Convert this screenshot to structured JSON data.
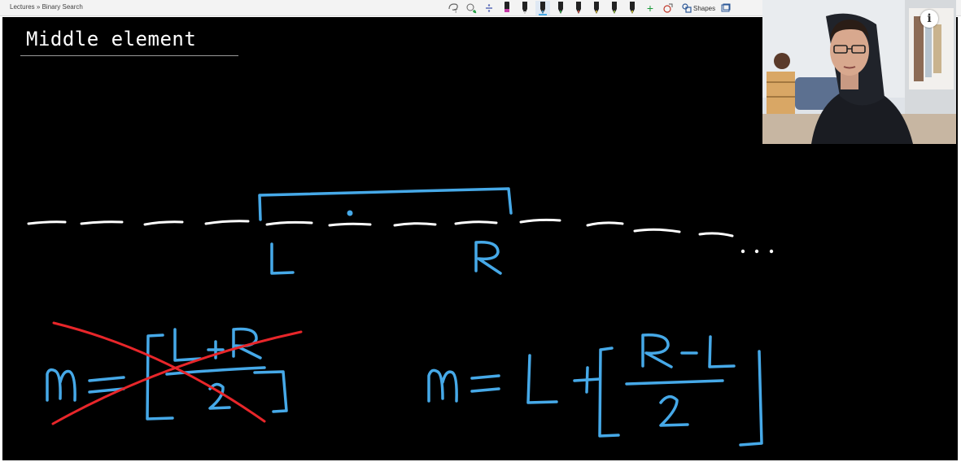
{
  "breadcrumb": {
    "text": "Lectures » Binary Search"
  },
  "toolbar": {
    "shapes_label": "Shapes",
    "tools": [
      "lasso-select-icon",
      "add-space-icon",
      "eraser-icon",
      "pen-icon",
      "pen-icon",
      "highlighter-icon",
      "pen-icon",
      "pen-icon",
      "pen-icon",
      "pen-icon",
      "pen-icon",
      "add-pen-icon",
      "ink-to-shape-icon",
      "shapes-icon"
    ]
  },
  "page": {
    "title": "Middle element"
  },
  "info_button": {
    "label": "i"
  },
  "colors": {
    "ink_blue": "#46a9e8",
    "ink_white": "#ffffff",
    "ink_red": "#e8262a",
    "canvas": "#000000"
  }
}
